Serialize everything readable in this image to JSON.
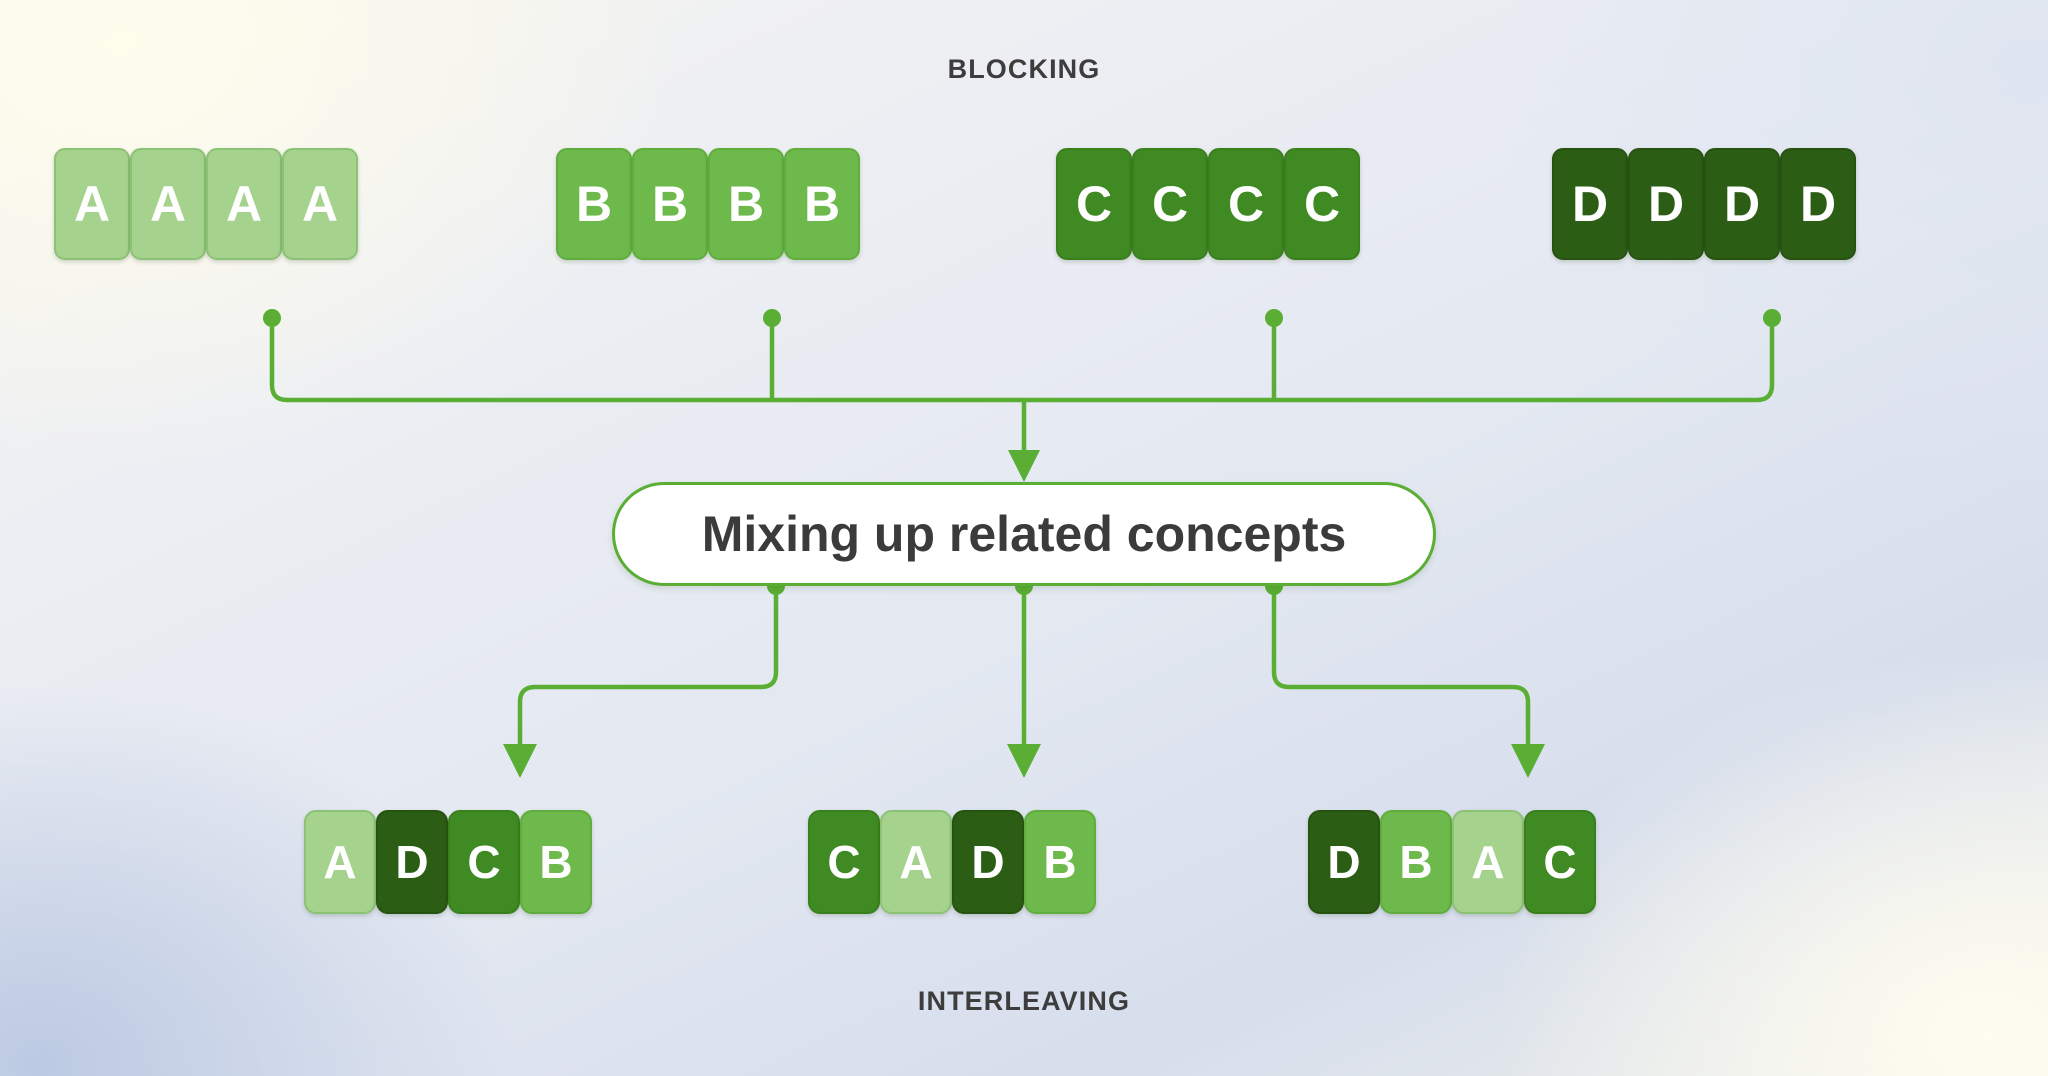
{
  "diagram": {
    "title_top": "BLOCKING",
    "title_bottom": "INTERLEAVING",
    "center_label": "Mixing up related concepts"
  },
  "colors": {
    "A": "#a5d28d",
    "B": "#6db94c",
    "C": "#3f8a22",
    "D": "#2c5d15",
    "connector": "#5aae34",
    "pill_border": "#5aae34",
    "pill_fill": "#ffffff",
    "caption_text": "#3d3d3d",
    "tile_text": "#ffffff"
  },
  "blocking_groups": [
    {
      "name": "group-a",
      "tiles": [
        "A",
        "A",
        "A",
        "A"
      ]
    },
    {
      "name": "group-b",
      "tiles": [
        "B",
        "B",
        "B",
        "B"
      ]
    },
    {
      "name": "group-c",
      "tiles": [
        "C",
        "C",
        "C",
        "C"
      ]
    },
    {
      "name": "group-d",
      "tiles": [
        "D",
        "D",
        "D",
        "D"
      ]
    }
  ],
  "interleaving_groups": [
    {
      "name": "group-1",
      "tiles": [
        "A",
        "D",
        "C",
        "B"
      ]
    },
    {
      "name": "group-2",
      "tiles": [
        "C",
        "A",
        "D",
        "B"
      ]
    },
    {
      "name": "group-3",
      "tiles": [
        "D",
        "B",
        "A",
        "C"
      ]
    }
  ]
}
